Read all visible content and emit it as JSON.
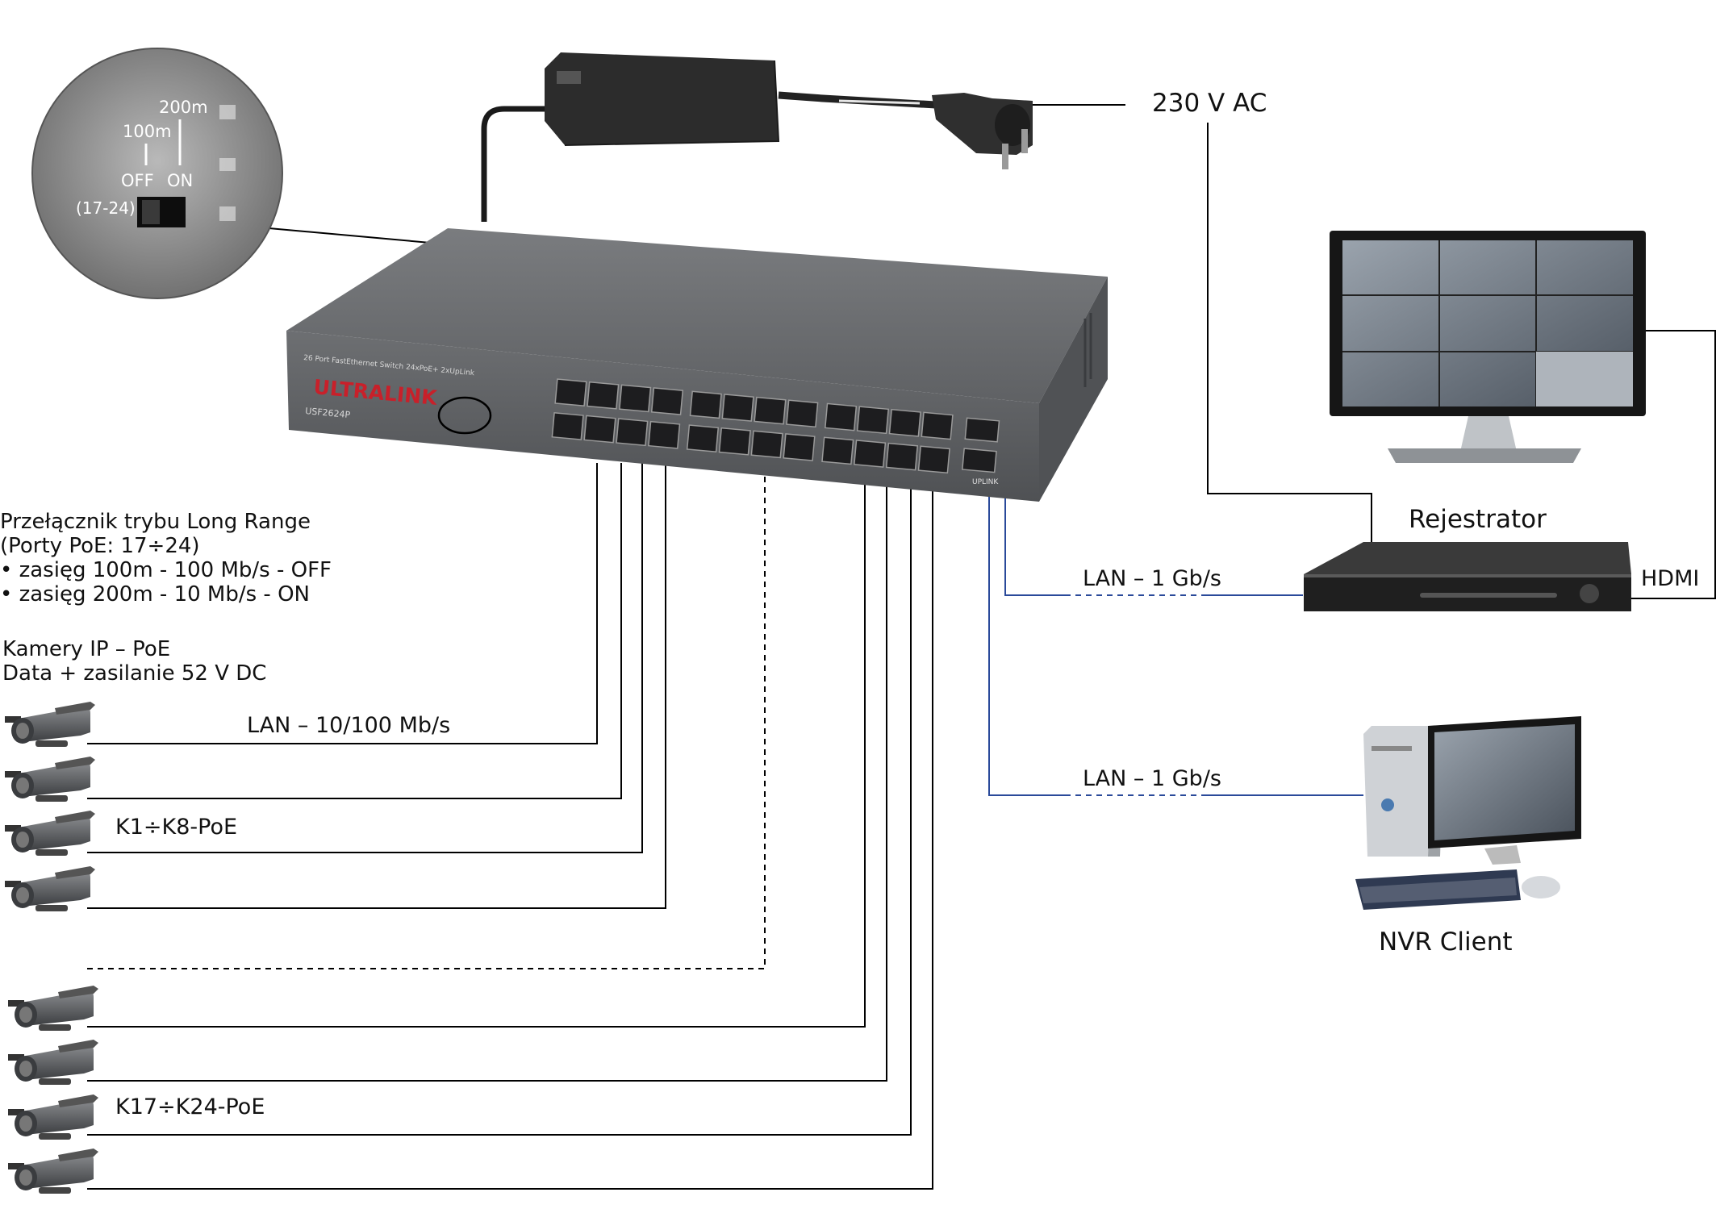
{
  "power": {
    "label": "230 V AC"
  },
  "switch": {
    "brand": "ULTRALINK",
    "model": "USF2624P",
    "description": "26 Port FastEthernet Switch  24xPoE+ 2xUpLink",
    "uplink_label": "UPLINK"
  },
  "inset": {
    "label_200m": "200m",
    "label_100m": "100m",
    "label_off": "OFF",
    "label_on": "ON",
    "label_ports": "(17-24)"
  },
  "long_range_note": {
    "line1": "Przełącznik trybu Long Range",
    "line2": "(Porty PoE: 17÷24)",
    "line3": "• zasięg 100m - 100 Mb/s - OFF",
    "line4": "• zasięg 200m - 10 Mb/s - ON"
  },
  "cameras_note": {
    "line1": "Kamery IP – PoE",
    "line2": "Data + zasilanie 52 V DC"
  },
  "lan_cameras": {
    "label": "LAN – 10/100 Mb/s"
  },
  "group1": {
    "label": "K1÷K8-PoE"
  },
  "group2": {
    "label": "K17÷K24-PoE"
  },
  "recorder": {
    "label": "Rejestrator"
  },
  "lan_recorder": {
    "label": "LAN – 1 Gb/s"
  },
  "hdmi": {
    "label": "HDMI"
  },
  "lan_client": {
    "label": "LAN – 1 Gb/s"
  },
  "client": {
    "label": "NVR Client"
  },
  "colors": {
    "line": "#000000",
    "lan_blue": "#2a4a9a",
    "device_gray": "#6a6c6f",
    "device_dark": "#2b2b2b",
    "brand_red": "#c8202a"
  },
  "icons": [
    "power-adapter-icon",
    "power-plug-icon",
    "network-switch-icon",
    "dip-switch-inset-icon",
    "ip-camera-icon",
    "monitor-icon",
    "nvr-recorder-icon",
    "pc-workstation-icon"
  ]
}
